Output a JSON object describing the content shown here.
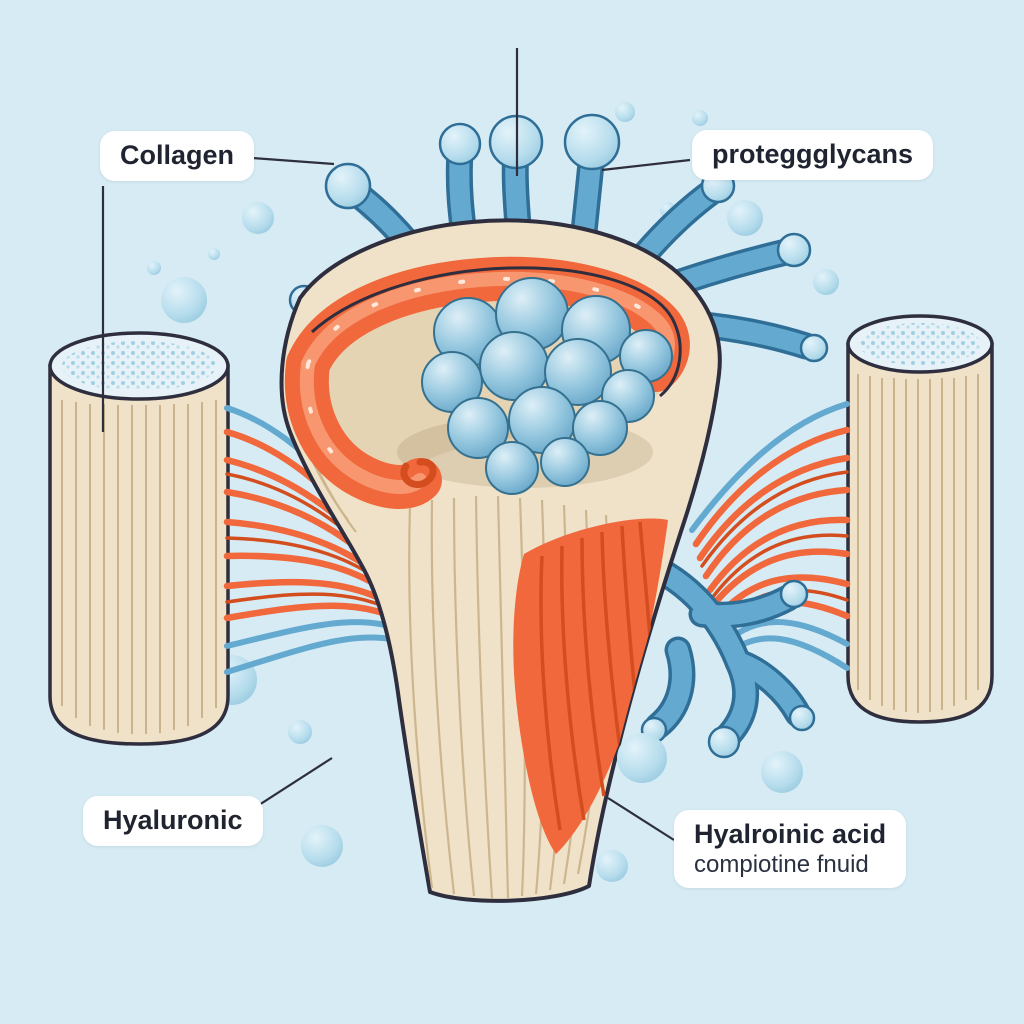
{
  "title": "cartilage-extracellular-matrix-illustration",
  "labels": {
    "collagen": "Collagen",
    "proteoglycans": "proteggglycans",
    "hyaluronic": "Hyaluronic",
    "hyaluronic_acid_line1": "Hyalroinic acid",
    "hyaluronic_acid_line2": "compiotine fnuid"
  },
  "colors": {
    "background": "#d7ebf4",
    "cream": "#efe2c8",
    "cream_dark": "#cbb48c",
    "cream_inner": "#e4d4b4",
    "outline": "#2e2e3e",
    "orange": "#f0683c",
    "orange_deep": "#d44d1e",
    "orange_light": "#f79b74",
    "blue": "#64a9cf",
    "blue_deep": "#2f6e96",
    "blue_light": "#aad7e9",
    "label_text": "#1f2430",
    "label_bg": "#ffffff"
  }
}
